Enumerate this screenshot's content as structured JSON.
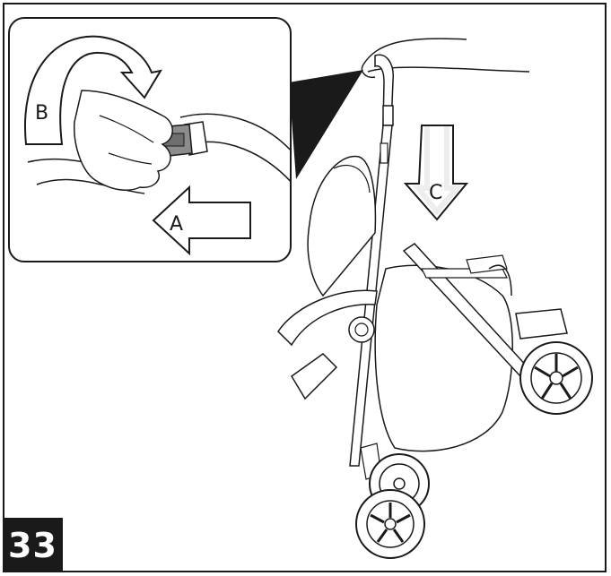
{
  "step": {
    "number": "33"
  },
  "labels": {
    "arrow_a": "A",
    "arrow_b": "B",
    "arrow_c": "C"
  },
  "colors": {
    "line": "#1a1a1a",
    "fill_light": "#ffffff",
    "fill_grey": "#9a9a9a",
    "badge_bg": "#1a1a1a",
    "badge_text": "#ffffff"
  }
}
